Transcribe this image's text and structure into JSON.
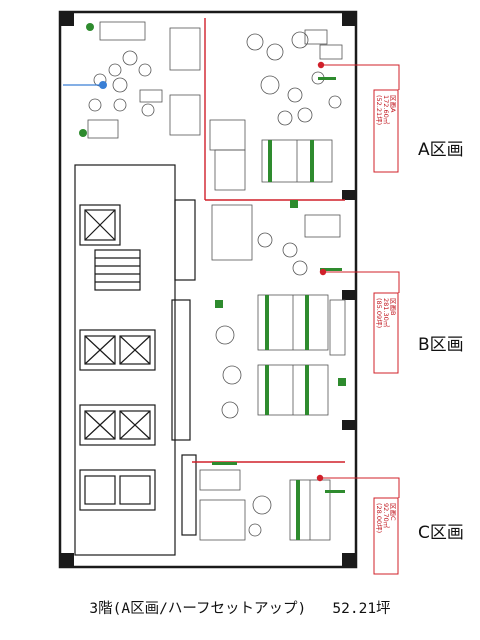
{
  "zones": [
    {
      "id": "A",
      "label": "A区画",
      "callout": [
        "区画A",
        "172.60㎡",
        "(52.21坪)"
      ]
    },
    {
      "id": "B",
      "label": "B区画",
      "callout": [
        "区画B",
        "281.30㎡",
        "(85.09坪)"
      ]
    },
    {
      "id": "C",
      "label": "C区画",
      "callout": [
        "区画C",
        "92.70㎡",
        "(28.00坪)"
      ]
    }
  ],
  "caption": {
    "floor": "3階(A区画/ハーフセットアップ)",
    "area": "52.21坪"
  },
  "colors": {
    "zone_line": "#d0202a",
    "callout_text": "#c0141c",
    "wall": "#1a1a1a",
    "desk_accent": "#2e8b2e",
    "thin": "#888888"
  }
}
